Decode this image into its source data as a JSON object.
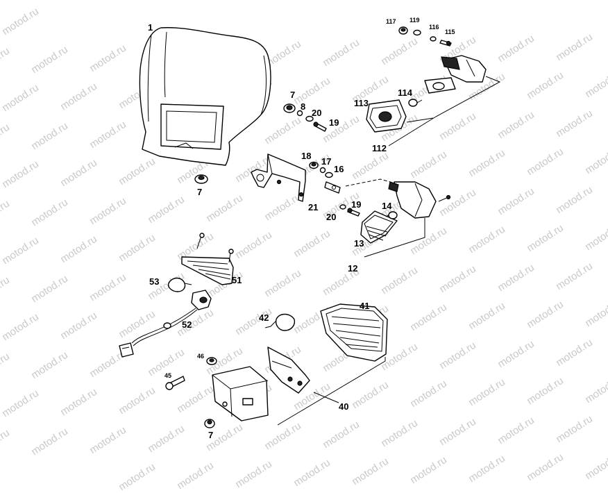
{
  "watermark": {
    "text": "motod.ru"
  },
  "parts": {
    "headlight_mask": "1",
    "grommet_top": "7",
    "grommet_left": "7",
    "grommet_bottom": "7",
    "washer_8": "8",
    "washer_20_top": "20",
    "screw_19_top": "19",
    "nut_18": "18",
    "washer_17": "17",
    "washer_16": "16",
    "bracket_21": "21",
    "screw_19_mid": "19",
    "washer_20_mid": "20",
    "indicator_12": "12",
    "lens_13": "13",
    "bulb_14": "14",
    "nut_117": "117",
    "washer_119": "119",
    "washer_116": "116",
    "screw_115": "115",
    "lens_113": "113",
    "bulb_114": "114",
    "indicator_112": "112",
    "plate_light_51": "51",
    "bulb_53": "53",
    "cable_52": "52",
    "tail_lens_41": "41",
    "bulb_42": "42",
    "tail_light_40": "40",
    "nut_46": "46",
    "screw_45": "45"
  }
}
